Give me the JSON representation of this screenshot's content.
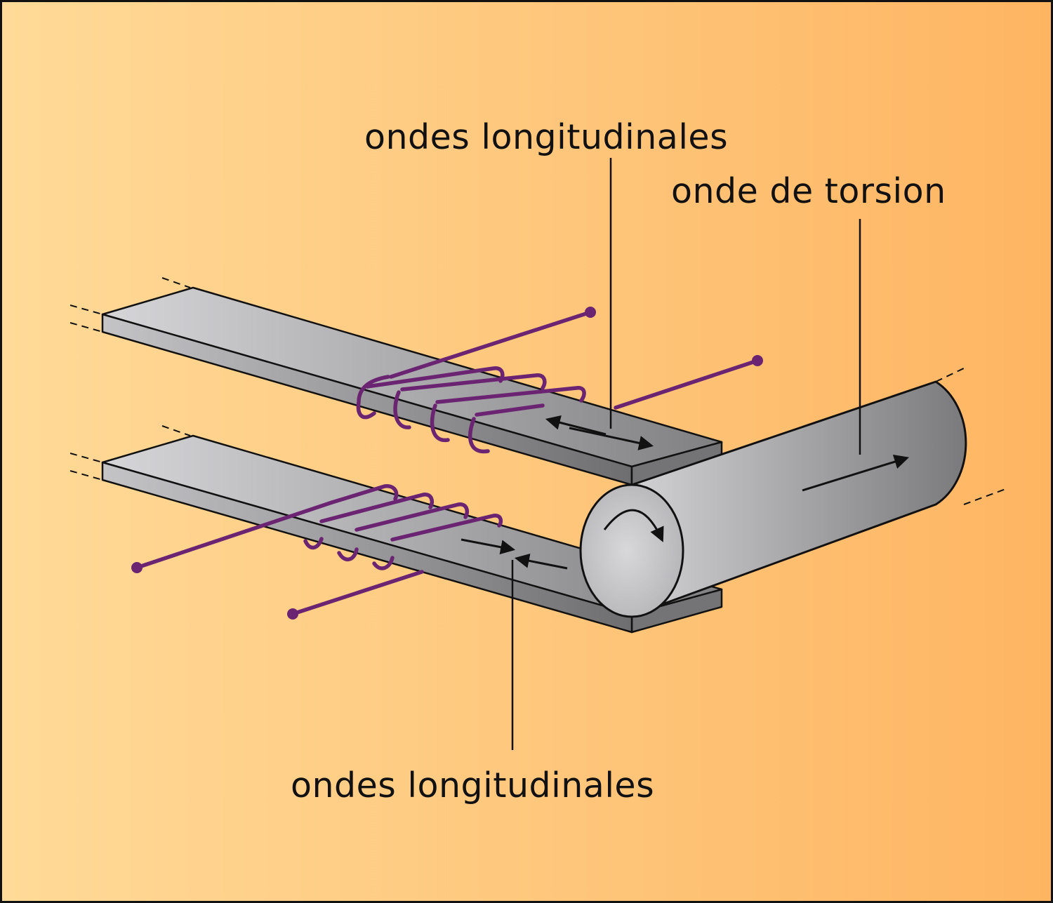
{
  "labels": {
    "top_longitudinal": "ondes longitudinales",
    "torsion": "onde de torsion",
    "bottom_longitudinal": "ondes longitudinales"
  },
  "colors": {
    "background_left": "#FFDA98",
    "background_right": "#FEB562",
    "metal_light": "#C9C9CC",
    "metal_dark": "#7A7A7C",
    "coil_wire": "#6B2472",
    "outline": "#111111"
  },
  "icons": {
    "transducer_coil": "coil-icon",
    "direction_arrow": "arrow-icon",
    "rotation_arrow": "curved-arrow-icon"
  }
}
